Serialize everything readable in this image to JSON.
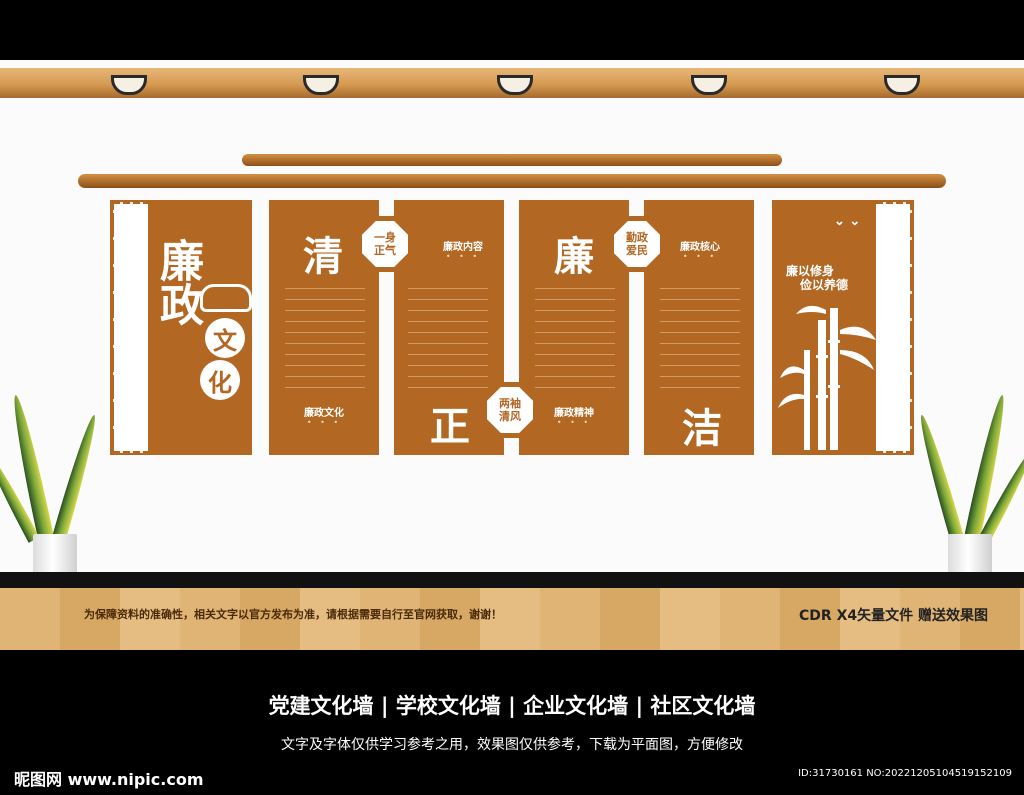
{
  "wall": {
    "panel1": {
      "chars": [
        "廉",
        "政"
      ],
      "circle1": "文",
      "circle2": "化"
    },
    "panel2": {
      "big": "清",
      "caption": "廉政文化",
      "badge": [
        "一身",
        "正气"
      ]
    },
    "panel3": {
      "caption_top": "廉政内容",
      "big": "正",
      "badge": [
        "两袖",
        "清风"
      ],
      "caption_bottom": "廉政精神"
    },
    "panel4": {
      "big": "廉",
      "badge": [
        "勤政",
        "爱民"
      ]
    },
    "panel5": {
      "caption_top": "廉政核心",
      "big": "洁"
    },
    "panel6": {
      "line1": "廉以修身",
      "line2": "俭以养德"
    },
    "dots": "• • •"
  },
  "notice": "为保障资料的准确性，相关文字以官方发布为准，请根据需要自行至官网获取，谢谢！",
  "format": "CDR X4矢量文件  赠送效果图",
  "categories": "党建文化墙  |  学校文化墙  |  企业文化墙  |  社区文化墙",
  "subtitle": "文字及字体仅供学习参考之用，效果图仅供参考，下载为平面图，方便修改",
  "logo": "昵图网 www.nipic.com",
  "id": "ID:31730161 NO:20221205104519152109",
  "colors": {
    "panel": "#b26723",
    "wood": "#d59a52"
  }
}
